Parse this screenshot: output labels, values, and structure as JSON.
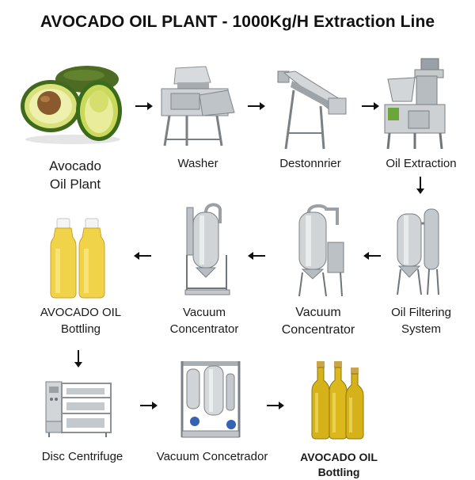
{
  "title": "AVOCADO OIL PLANT - 1000Kg/H Extraction Line",
  "steps": [
    {
      "line1": "Avocado",
      "line2": "Oil Plant",
      "illustration": "avocado-fruit-icon"
    },
    {
      "line1": "Washer",
      "line2": "",
      "illustration": "washer-machine-icon"
    },
    {
      "line1": "Destonnrier",
      "line2": "",
      "illustration": "destoner-machine-icon"
    },
    {
      "line1": "Oil Extraction",
      "line2": "",
      "illustration": "oil-extraction-machine-icon"
    },
    {
      "line1": "Oil Filtering",
      "line2": "System",
      "illustration": "filter-tank-icon"
    },
    {
      "line1": "Vacuum",
      "line2": "Concentrator",
      "illustration": "vacuum-concentrator-icon"
    },
    {
      "line1": "Vacuum",
      "line2": "Concentrator",
      "illustration": "vacuum-concentrator-icon"
    },
    {
      "line1": "AVOCADO OIL",
      "line2": "Bottling",
      "illustration": "plastic-oil-bottles-icon"
    },
    {
      "line1": "Disc Centrifuge",
      "line2": "",
      "illustration": "disc-centrifuge-icon"
    },
    {
      "line1": "Vacuum Concetrador",
      "line2": "",
      "illustration": "vacuum-concentrator-skid-icon"
    },
    {
      "line1": "AVOCADO OIL",
      "line2": "Bottling",
      "illustration": "glass-oil-bottles-icon"
    }
  ],
  "colors": {
    "steel": "#c8ccd0",
    "oil": "#e6c21a",
    "avocado_green": "#5f8f2a",
    "avocado_flesh": "#e6e79a",
    "pit": "#8a5a2e",
    "arrow": "#111111"
  }
}
